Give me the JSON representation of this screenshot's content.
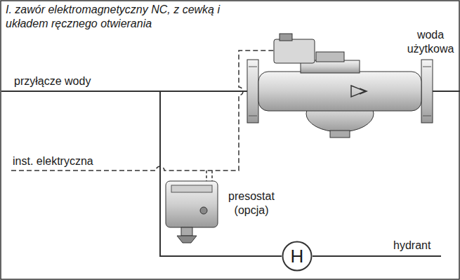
{
  "diagram": {
    "title": "I. zawór elektromagnetyczny NC, z cewką i układem ręcznego otwierania",
    "nodes": [
      {
        "text": [
          "H"
        ]
      }
    ],
    "labels": [
      "przyłącze wody",
      "woda użytkowa",
      "inst. elektryczna",
      "presostat (opcja)",
      "hydrant"
    ]
  }
}
